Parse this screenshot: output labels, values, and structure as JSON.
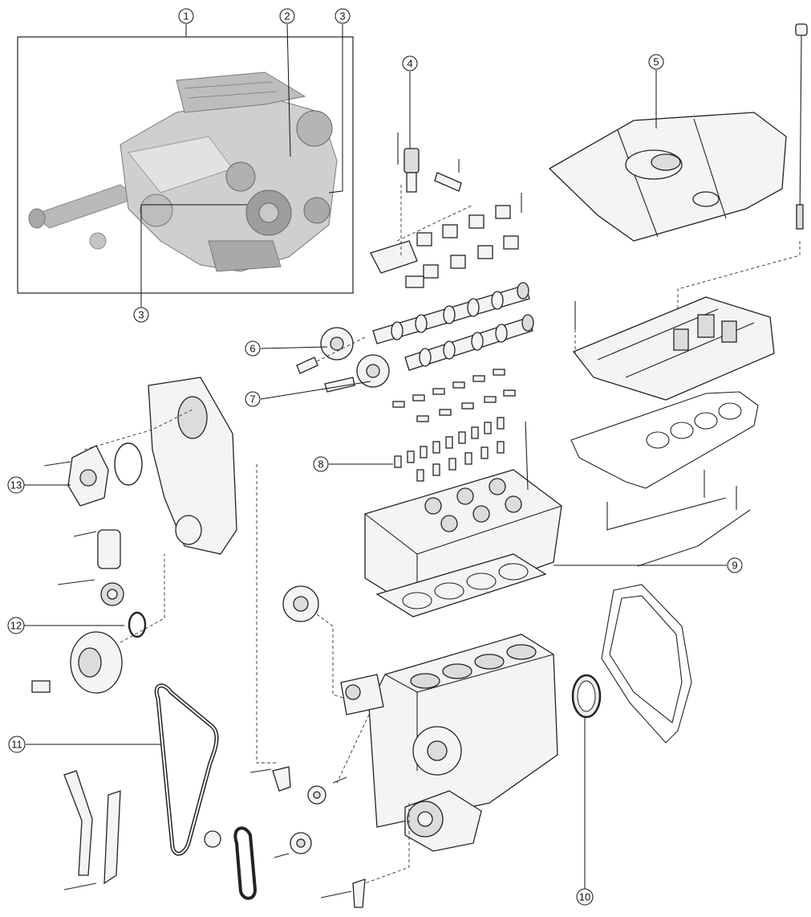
{
  "callouts": [
    {
      "id": "1",
      "text": "1"
    },
    {
      "id": "2",
      "text": "2"
    },
    {
      "id": "3a",
      "text": "3"
    },
    {
      "id": "3b",
      "text": "3"
    },
    {
      "id": "4",
      "text": "4"
    },
    {
      "id": "5",
      "text": "5"
    },
    {
      "id": "6",
      "text": "6"
    },
    {
      "id": "7",
      "text": "7"
    },
    {
      "id": "8",
      "text": "8"
    },
    {
      "id": "9",
      "text": "9"
    },
    {
      "id": "10",
      "text": "10"
    },
    {
      "id": "11",
      "text": "11"
    },
    {
      "id": "12",
      "text": "12"
    },
    {
      "id": "13",
      "text": "13"
    }
  ]
}
